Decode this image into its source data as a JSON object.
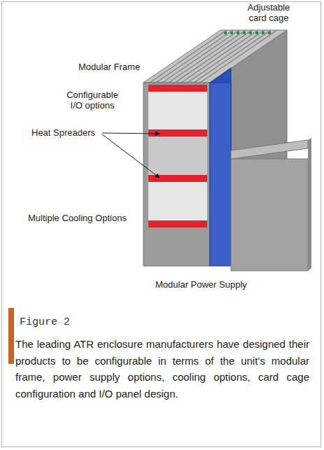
{
  "diagram": {
    "caption": "The leading ATR enclosure manufacturers have designed their products to be configurable in terms of the unit’s modular frame, power supply options, cooling options, card cage configuration and I/O panel design.",
    "labels": [
      "Adjustable card cage",
      "Modular Frame",
      "Configurable I/O options",
      "Heat Spreaders",
      "Multiple Cooling Options",
      "Modular Power Supply",
      "Figure 2"
    ]
  }
}
